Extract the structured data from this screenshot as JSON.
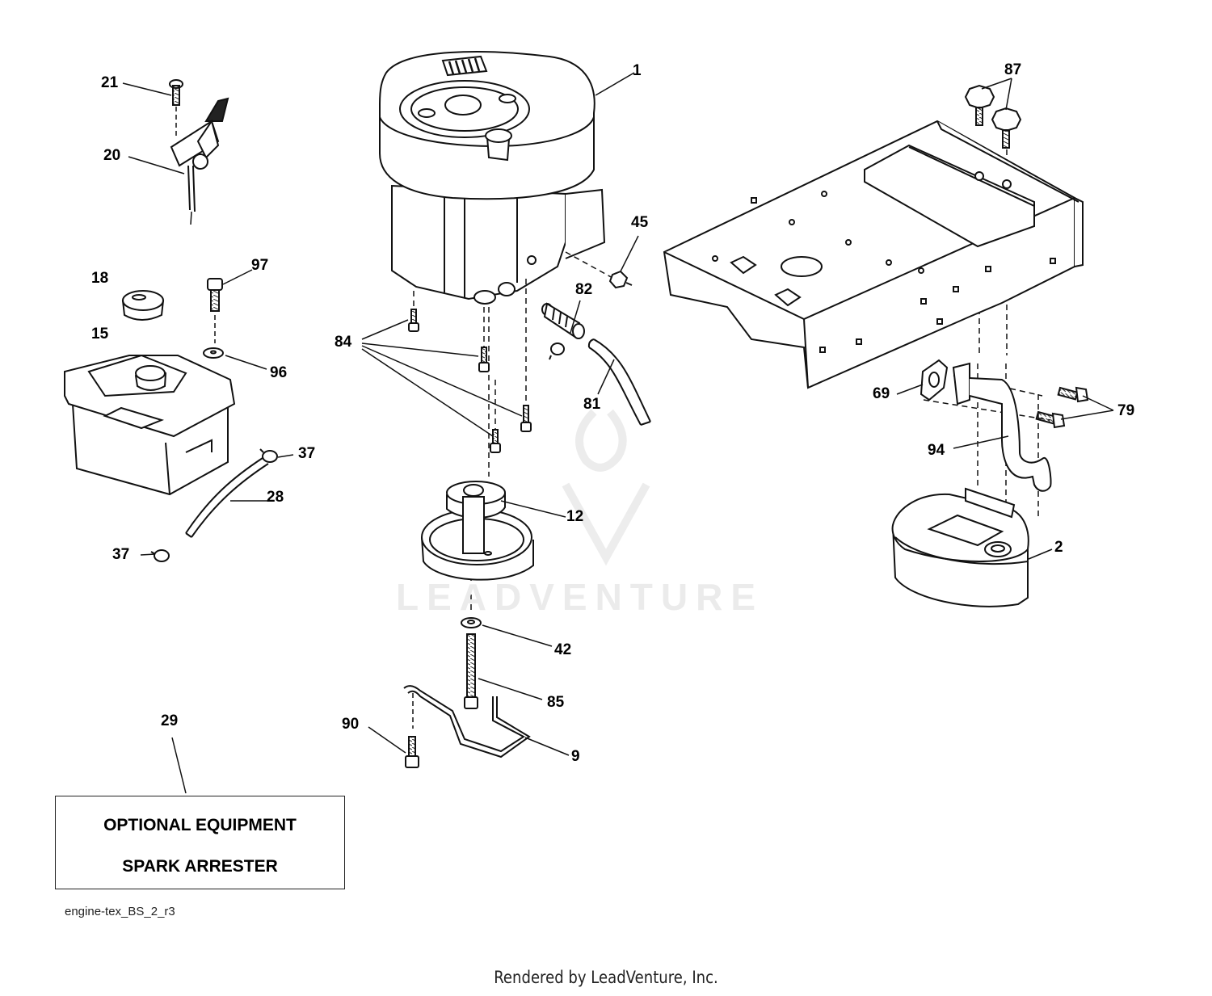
{
  "diagram": {
    "parts": [
      {
        "id": "p1",
        "number": "1"
      },
      {
        "id": "p2",
        "number": "2"
      },
      {
        "id": "p9",
        "number": "9"
      },
      {
        "id": "p12",
        "number": "12"
      },
      {
        "id": "p15",
        "number": "15"
      },
      {
        "id": "p18",
        "number": "18"
      },
      {
        "id": "p20",
        "number": "20"
      },
      {
        "id": "p21",
        "number": "21"
      },
      {
        "id": "p28",
        "number": "28"
      },
      {
        "id": "p29",
        "number": "29"
      },
      {
        "id": "p37a",
        "number": "37"
      },
      {
        "id": "p37b",
        "number": "37"
      },
      {
        "id": "p42",
        "number": "42"
      },
      {
        "id": "p45",
        "number": "45"
      },
      {
        "id": "p69",
        "number": "69"
      },
      {
        "id": "p79",
        "number": "79"
      },
      {
        "id": "p81",
        "number": "81"
      },
      {
        "id": "p82",
        "number": "82"
      },
      {
        "id": "p84",
        "number": "84"
      },
      {
        "id": "p85",
        "number": "85"
      },
      {
        "id": "p87",
        "number": "87"
      },
      {
        "id": "p90",
        "number": "90"
      },
      {
        "id": "p94",
        "number": "94"
      },
      {
        "id": "p96",
        "number": "96"
      },
      {
        "id": "p97",
        "number": "97"
      }
    ],
    "optional_box": {
      "line1": "OPTIONAL EQUIPMENT",
      "line2": "SPARK ARRESTER"
    },
    "drawing_code": "engine-tex_BS_2_r3",
    "watermark": "LEADVENTURE",
    "credit": "Rendered by LeadVenture, Inc."
  }
}
